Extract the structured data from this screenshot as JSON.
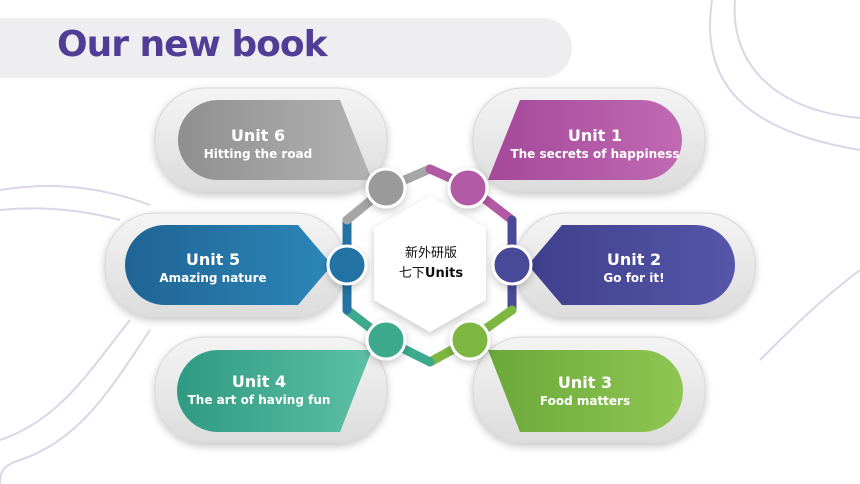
{
  "title": "Our new book",
  "center": {
    "line1": "新外研版",
    "line2_prefix": "七下",
    "line2_bold": "Units"
  },
  "units": [
    {
      "id": "unit6",
      "title": "Unit 6",
      "subtitle": "Hitting the road",
      "color": "#9a9a9a"
    },
    {
      "id": "unit1",
      "title": "Unit 1",
      "subtitle": "The secrets of happiness",
      "color": "#b35aa4"
    },
    {
      "id": "unit5",
      "title": "Unit 5",
      "subtitle": "Amazing nature",
      "color": "#2473a3"
    },
    {
      "id": "unit2",
      "title": "Unit 2",
      "subtitle": "Go for it!",
      "color": "#4a4a99"
    },
    {
      "id": "unit4",
      "title": "Unit 4",
      "subtitle": "The art of having fun",
      "color": "#3daa8e"
    },
    {
      "id": "unit3",
      "title": "Unit 3",
      "subtitle": "Food matters",
      "color": "#7db742"
    }
  ],
  "colors": {
    "title": "#4f3d96",
    "title_bar": "#eeeef1",
    "decor_line": "#d9d0e6"
  }
}
